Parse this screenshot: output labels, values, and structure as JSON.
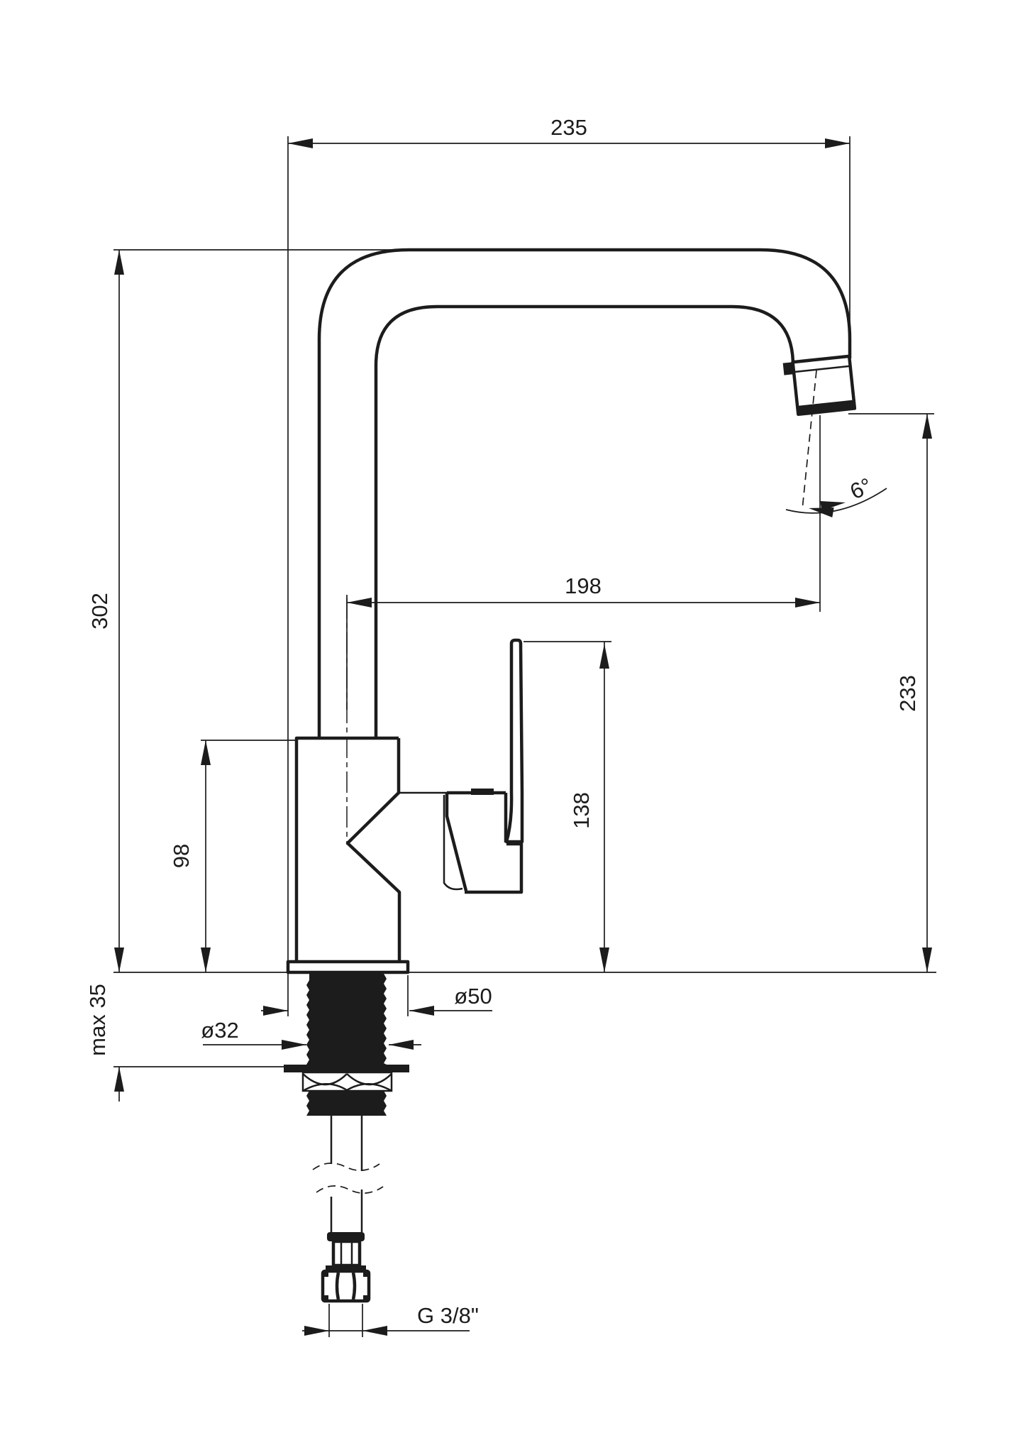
{
  "drawing": {
    "subject": "single-lever kitchen faucet with high U-spout, side view dimensional drawing",
    "units": "mm",
    "colors": {
      "line": "#1c1c1c",
      "background": "#ffffff"
    },
    "dimensions": {
      "overall_width": {
        "label": "235"
      },
      "overall_height": {
        "label": "302"
      },
      "spout_reach": {
        "label": "198"
      },
      "outlet_height": {
        "label": "233"
      },
      "handle_height": {
        "label": "138"
      },
      "body_height": {
        "label": "98"
      },
      "max_deck_thickness": {
        "label": "max 35"
      },
      "base_diameter": {
        "label": "ø50"
      },
      "shank_diameter": {
        "label": "ø32"
      },
      "supply_thread": {
        "label": "G 3/8\""
      },
      "spout_tilt_angle": {
        "label": "6°"
      }
    }
  }
}
